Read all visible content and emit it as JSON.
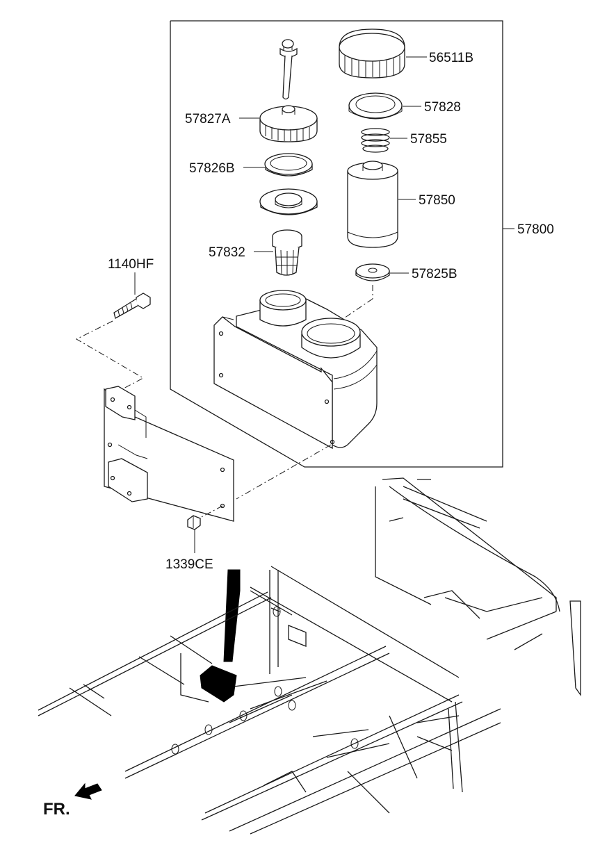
{
  "callouts": {
    "p56511B": "56511B",
    "p57828": "57828",
    "p57855": "57855",
    "p57850": "57850",
    "p57800": "57800",
    "p57827A": "57827A",
    "p57826B": "57826B",
    "p57832": "57832",
    "p57825B": "57825B",
    "p1140HF": "1140HF",
    "p1339CE": "1339CE"
  },
  "direction": {
    "label": "FR."
  },
  "colors": {
    "line": "#1a1a1a",
    "background": "#ffffff",
    "fill": "#000000"
  }
}
